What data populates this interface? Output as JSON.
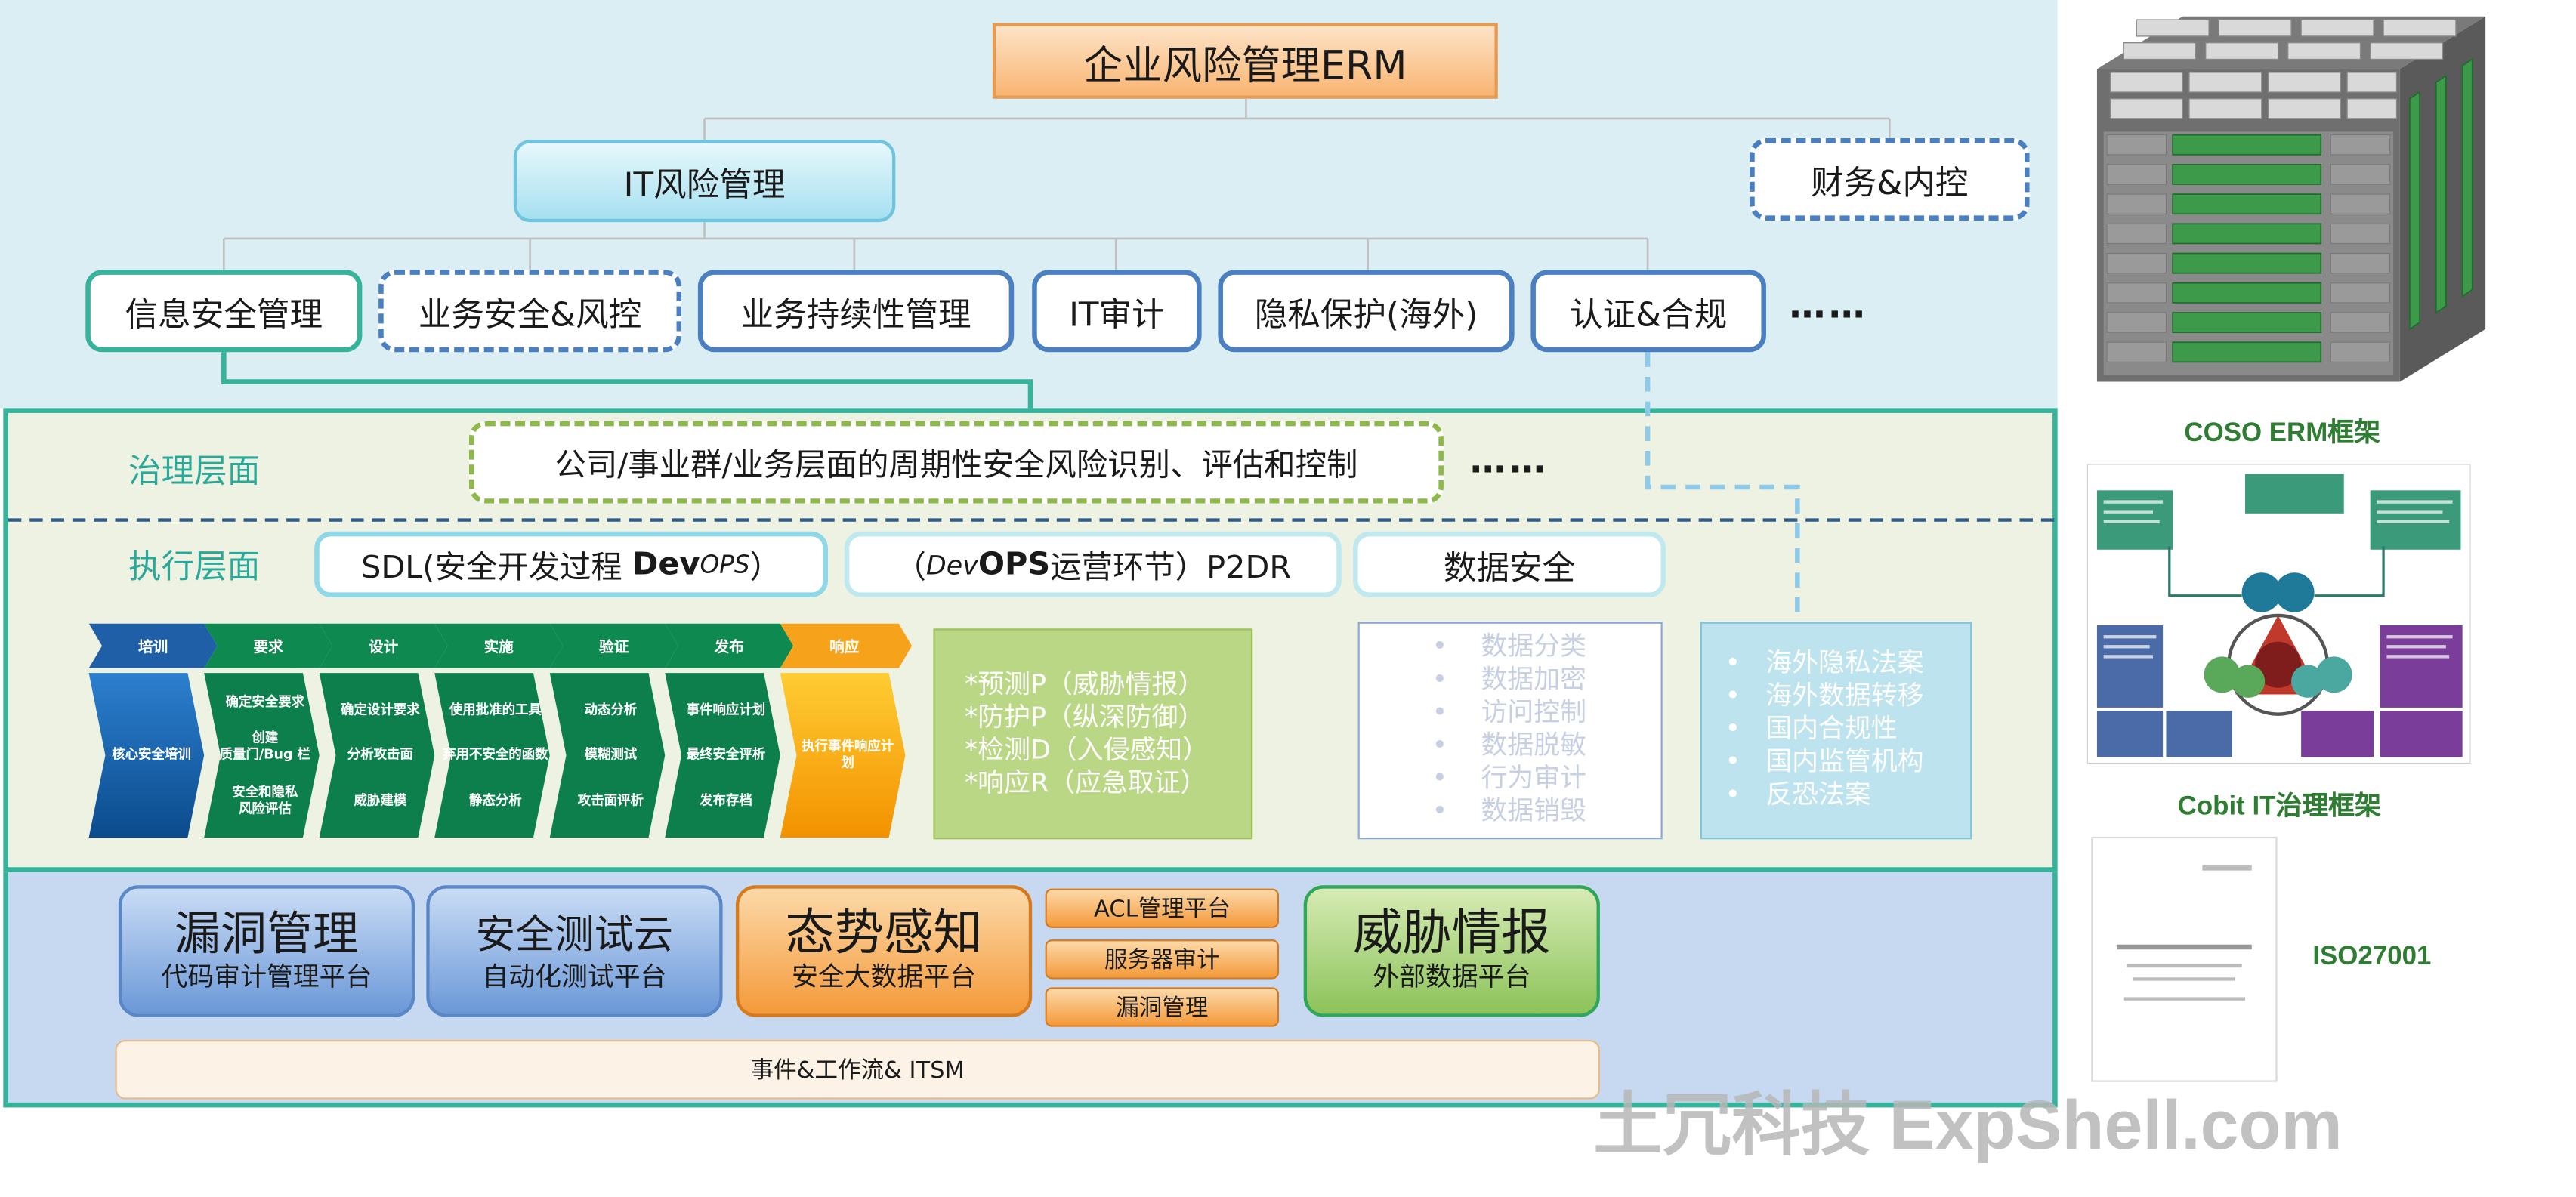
{
  "title": "企业风险管理ERM",
  "level1": {
    "it_risk": "IT风险管理",
    "finance": "财务&内控"
  },
  "level2": {
    "infosec": "信息安全管理",
    "biz_security": "业务安全&风控",
    "bcm": "业务持续性管理",
    "it_audit": "IT审计",
    "privacy": "隐私保护(海外)",
    "cert": "认证&合规",
    "more": "……"
  },
  "governance": {
    "label": "治理层面",
    "text": "公司/事业群/业务层面的周期性安全风险识别、评估和控制",
    "more": "……"
  },
  "execution": {
    "label": "执行层面",
    "sdl": {
      "prefix": "SDL(安全开发过程 ",
      "dev": "Dev",
      "ops": "OPS",
      "suffix": "）"
    },
    "p2dr": {
      "prefix": "（",
      "dev": "Dev",
      "ops": "OPS",
      "suffix": "运营环节）P2DR"
    },
    "data_security": "数据安全"
  },
  "sdl_phases": [
    {
      "head": "培训",
      "items": [
        "核心安全培训"
      ]
    },
    {
      "head": "要求",
      "items": [
        "确定安全要求",
        "创建\n质量门/Bug 栏",
        "安全和隐私\n风险评估"
      ]
    },
    {
      "head": "设计",
      "items": [
        "确定设计要求",
        "分析攻击面",
        "威胁建模"
      ]
    },
    {
      "head": "实施",
      "items": [
        "使用批准的工具",
        "弃用不安全的函数",
        "静态分析"
      ]
    },
    {
      "head": "验证",
      "items": [
        "动态分析",
        "模糊测试",
        "攻击面评析"
      ]
    },
    {
      "head": "发布",
      "items": [
        "事件响应计划",
        "最终安全评析",
        "发布存档"
      ]
    },
    {
      "head": "响应",
      "items": [
        "执行事件响应计划"
      ]
    }
  ],
  "p2dr_items": [
    "*预测P（威胁情报）",
    "*防护P（纵深防御）",
    "*检测D（入侵感知）",
    "*响应R（应急取证）"
  ],
  "data_items": [
    "数据分类",
    "数据加密",
    "访问控制",
    "数据脱敏",
    "行为审计",
    "数据销毁"
  ],
  "compliance_items": [
    "海外隐私法案",
    "海外数据转移",
    "国内合规性",
    "国内监管机构",
    "反恐法案"
  ],
  "platforms": {
    "vuln": {
      "title": "漏洞管理",
      "sub": "代码审计管理平台"
    },
    "test": {
      "title": "安全测试云",
      "sub": "自动化测试平台"
    },
    "situation": {
      "title": "态势感知",
      "sub": "安全大数据平台"
    },
    "acl": "ACL管理平台",
    "server_audit": "服务器审计",
    "vuln_mgmt": "漏洞管理",
    "threat": {
      "title": "威胁情报",
      "sub": "外部数据平台"
    },
    "itsm": "事件&工作流& ITSM"
  },
  "frameworks": {
    "coso": "COSO ERM框架",
    "cobit": "Cobit IT治理框架",
    "iso": "ISO27001"
  },
  "watermark": "土冗科技 ExpShell.com",
  "colors": {
    "top_bg": "#dbeef4",
    "mid_bg": "#eef2e2",
    "bottom_bg": "#c6d9f0",
    "teal": "#36b39a",
    "blue": "#4a7fc1",
    "green_dash": "#8db84a",
    "orange": "#f49a3a"
  }
}
